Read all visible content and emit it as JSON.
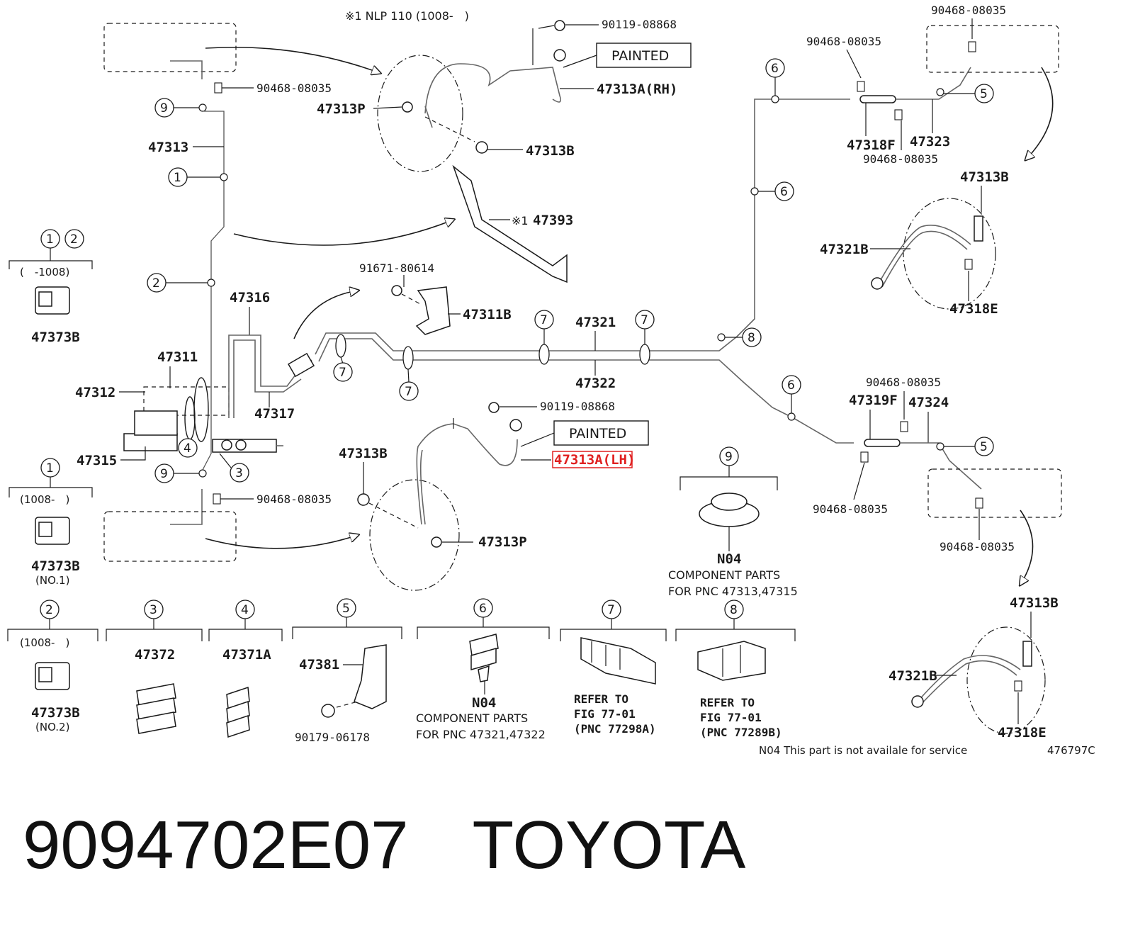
{
  "callout_top": "※1 NLP 110 (1008-　)",
  "pnc": {
    "p47313": "47313",
    "p47313A_rh": "47313A(RH)",
    "p47313A_lh": "47313A(LH)",
    "p47313B": "47313B",
    "p47313P": "47313P",
    "p47393": "47393",
    "p47393_mark": "※1",
    "p47316": "47316",
    "p47317": "47317",
    "p47311": "47311",
    "p47311B": "47311B",
    "p47312": "47312",
    "p47315": "47315",
    "p47321": "47321",
    "p47322": "47322",
    "p47318F": "47318F",
    "p47319F": "47319F",
    "p47323": "47323",
    "p47324": "47324",
    "p47321B": "47321B",
    "p47318E": "47318E",
    "p47373B": "47373B",
    "p47372": "47372",
    "p47371A": "47371A",
    "p47381": "47381"
  },
  "part_numbers": {
    "n90119_08868": "90119-08868",
    "n90468_08035": "90468-08035",
    "n91671_80614": "91671-80614",
    "n90179_06178": "90179-06178"
  },
  "painted": "PAINTED",
  "circle_numbers": [
    "1",
    "2",
    "3",
    "4",
    "5",
    "6",
    "7",
    "8",
    "9"
  ],
  "date_range_before": "(　-1008)",
  "date_range_after": "(1008-　)",
  "no1": "(NO.1)",
  "no2": "(NO.2)",
  "n04": "N04",
  "component_parts_line1": "COMPONENT PARTS",
  "component_parts_9_line2": "FOR PNC 47313,47315",
  "component_parts_6_line2": "FOR PNC 47321,47322",
  "refer_to": "REFER TO",
  "fig_77_01": "FIG 77-01",
  "pnc_77298A": "(PNC 77298A)",
  "pnc_77289B": "(PNC 77289B)",
  "service_note": "N04  This part is not availale for service",
  "diagram_code": "476797C",
  "footer": {
    "part_number": "9094702E07",
    "brand": "TOYOTA"
  },
  "colors": {
    "highlight": "#e02020",
    "line": "#1a1a1a",
    "pipe": "#666666"
  }
}
